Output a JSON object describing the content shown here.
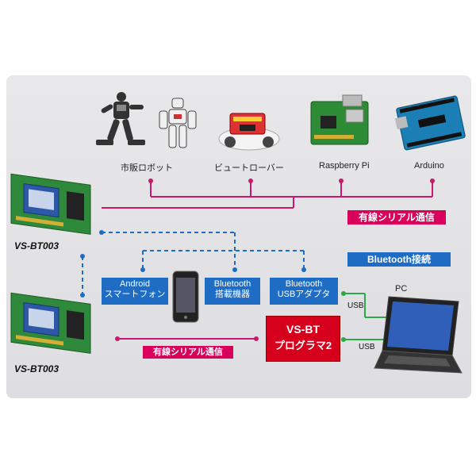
{
  "devices_top": {
    "robot": "市販ロボット",
    "rover": "ビュートローバー",
    "raspberry": "Raspberry Pi",
    "arduino": "Arduino"
  },
  "badges": {
    "wired_serial": "有線シリアル通信",
    "bluetooth": "Bluetooth接続",
    "wired_serial_bottom": "有線シリアル通信"
  },
  "bt_devices": {
    "android_line1": "Android",
    "android_line2": "スマートフォン",
    "bt_equip_line1": "Bluetooth",
    "bt_equip_line2": "搭載機器",
    "bt_usb_line1": "Bluetooth",
    "bt_usb_line2": "USBアダプタ"
  },
  "software": {
    "line1": "VS-BT",
    "line2": "プログラマ2"
  },
  "usb_labels": [
    "USB",
    "USB"
  ],
  "pc_label": "PC",
  "module_labels": [
    "VS-BT003",
    "VS-BT003"
  ],
  "colors": {
    "wired": "#c8196e",
    "bluetooth": "#1f6cc4",
    "usb": "#2aa84a",
    "software": "#d6001c"
  }
}
